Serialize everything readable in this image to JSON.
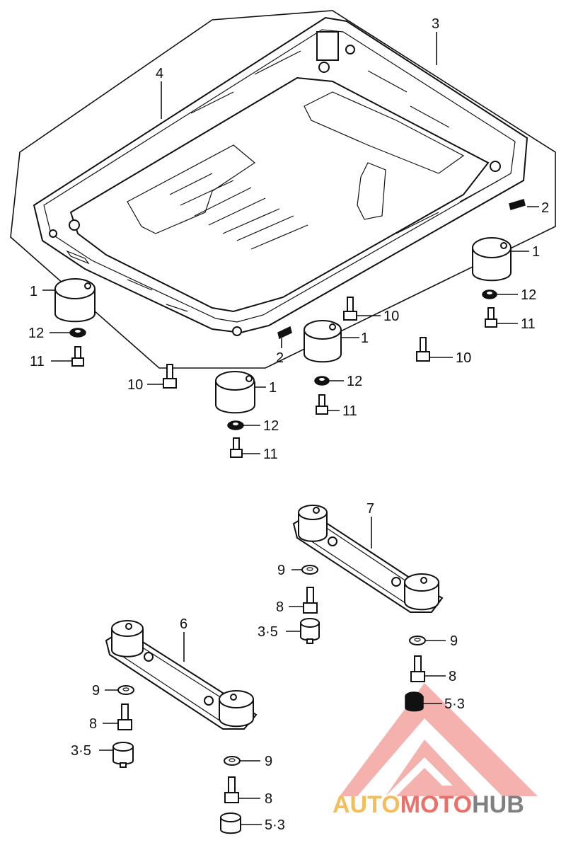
{
  "callouts": [
    {
      "id": "c3",
      "text": "3"
    },
    {
      "id": "c4",
      "text": "4"
    },
    {
      "id": "c2a",
      "text": "2"
    },
    {
      "id": "c2b",
      "text": "2"
    },
    {
      "id": "c1a",
      "text": "1"
    },
    {
      "id": "c1b",
      "text": "1"
    },
    {
      "id": "c1c",
      "text": "1"
    },
    {
      "id": "c1d",
      "text": "1"
    },
    {
      "id": "c12a",
      "text": "12"
    },
    {
      "id": "c12b",
      "text": "12"
    },
    {
      "id": "c12c",
      "text": "12"
    },
    {
      "id": "c12d",
      "text": "12"
    },
    {
      "id": "c11a",
      "text": "11"
    },
    {
      "id": "c11b",
      "text": "11"
    },
    {
      "id": "c11c",
      "text": "11"
    },
    {
      "id": "c11d",
      "text": "11"
    },
    {
      "id": "c10a",
      "text": "10"
    },
    {
      "id": "c10b",
      "text": "10"
    },
    {
      "id": "c10c",
      "text": "10"
    },
    {
      "id": "c7",
      "text": "7"
    },
    {
      "id": "c6",
      "text": "6"
    },
    {
      "id": "c9a",
      "text": "9"
    },
    {
      "id": "c9b",
      "text": "9"
    },
    {
      "id": "c9c",
      "text": "9"
    },
    {
      "id": "c9d",
      "text": "9"
    },
    {
      "id": "c8a",
      "text": "8"
    },
    {
      "id": "c8b",
      "text": "8"
    },
    {
      "id": "c8c",
      "text": "8"
    },
    {
      "id": "c8d",
      "text": "8"
    },
    {
      "id": "c35a",
      "text": "3·5"
    },
    {
      "id": "c35b",
      "text": "3·5"
    },
    {
      "id": "c53a",
      "text": "5·3"
    },
    {
      "id": "c53b",
      "text": "5·3"
    }
  ],
  "watermark": {
    "part1": "AUTO",
    "part2": "MOTO",
    "part3": "HUB",
    "color1": "#f2b33d",
    "color2": "#e8584f",
    "color3": "#6b6b6b",
    "triangle_color": "#e8584f"
  }
}
